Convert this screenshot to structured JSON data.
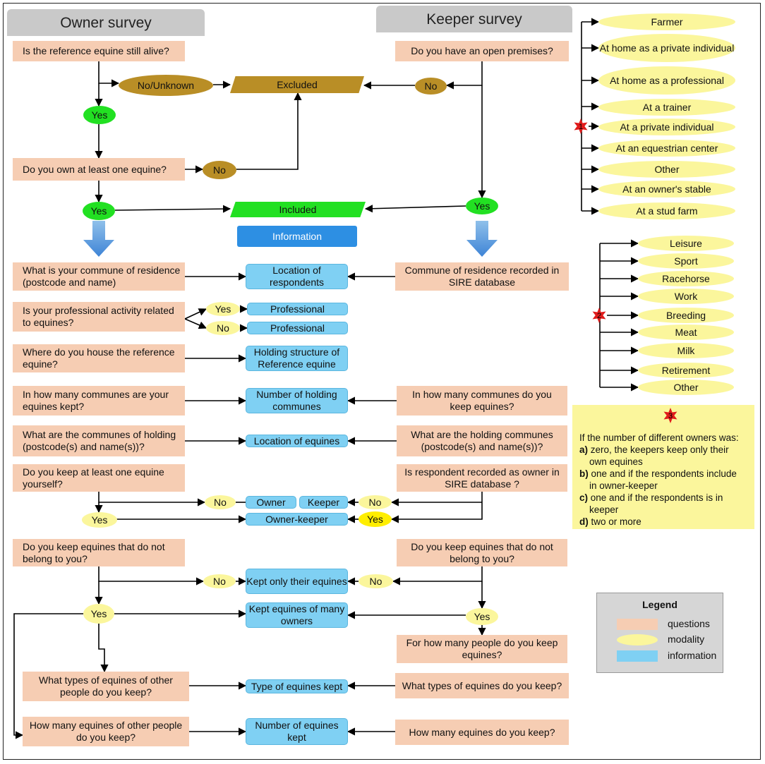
{
  "headers": {
    "owner": "Owner survey",
    "keeper": "Keeper survey"
  },
  "questions": {
    "alive": "Is the reference equine still alive?",
    "premises": "Do you have an open premises?",
    "own_one": "Do you own at least one equine?",
    "commune_res": "What is your commune of residence (postcode and name)",
    "commune_sire": "Commune of residence recorded in SIRE database",
    "prof_activity": "Is your professional activity related to equines?",
    "house_ref": "Where do you house the reference equine?",
    "how_many_communes_owner": "In how many communes are your equines kept?",
    "how_many_communes_keeper": "In how many communes do you keep  equines?",
    "holding_communes_owner": "What are the communes of holding (postcode(s) and name(s))?",
    "holding_communes_keeper": "What are the holding communes (postcode(s) and name(s))?",
    "keep_yourself": "Do you keep at least one equine yourself?",
    "recorded_owner": "Is respondent recorded as owner in SIRE database ?",
    "not_belong_owner": "Do you keep equines that do not belong to you?",
    "not_belong_keeper": "Do you keep equines that do not belong to you?",
    "how_many_people": "For how many people do you keep equines?",
    "types_other": "What types of equines of other people do you keep?",
    "types_keeper": "What types of equines do you keep?",
    "howmany_other": "How many equines of other people do you keep?",
    "howmany_keeper": "How many equines do you keep?"
  },
  "modalities": {
    "no_unknown": "No/Unknown",
    "no": "No",
    "yes": "Yes"
  },
  "outcomes": {
    "excluded": "Excluded",
    "included": "Included",
    "information": "Information"
  },
  "information": {
    "location_resp": "Location of respondents",
    "professional": "Professional",
    "holding_structure": "Holding structure of Reference equine",
    "num_holding": "Number of holding communes",
    "location_equines": "Location of equines",
    "owner": "Owner",
    "keeper": "Keeper",
    "owner_keeper": "Owner-keeper",
    "kept_only": "Kept only their equines",
    "kept_many": "Kept equines of many owners",
    "type_kept": "Type of equines kept",
    "num_kept": "Number of equines kept"
  },
  "markers": {
    "m1": "1",
    "m2": "2",
    "m3": "3"
  },
  "housing_list": [
    "Farmer",
    "At home as a private individual",
    "At home as a professional",
    "At a trainer",
    "At a private individual",
    "At an equestrian center",
    "Other",
    "At an owner's stable",
    "At a stud farm"
  ],
  "use_list": [
    "Leisure",
    "Sport",
    "Racehorse",
    "Work",
    "Breeding",
    "Meat",
    "Milk",
    "Retirement",
    "Other"
  ],
  "note": {
    "intro": "If the number of different owners was:",
    "items": [
      {
        "k": "a)",
        "t": "zero, the keepers keep only their",
        "t2": "own equines"
      },
      {
        "k": "b)",
        "t": "one and if the respondents include",
        "t2": "in owner-keeper"
      },
      {
        "k": "c)",
        "t": "one and if the respondents is in",
        "t2": "keeper"
      },
      {
        "k": "d)",
        "t": "two or more",
        "t2": ""
      }
    ]
  },
  "legend": {
    "title": "Legend",
    "questions": "questions",
    "modality": "modality",
    "information": "information"
  },
  "colors": {
    "question": "#f6cdb3",
    "modality": "#fbf69c",
    "information": "#7fd0f3",
    "green": "#22e022",
    "brown": "#b98e26",
    "blue": "#2d8fe3",
    "marker": "#e01b1b"
  }
}
